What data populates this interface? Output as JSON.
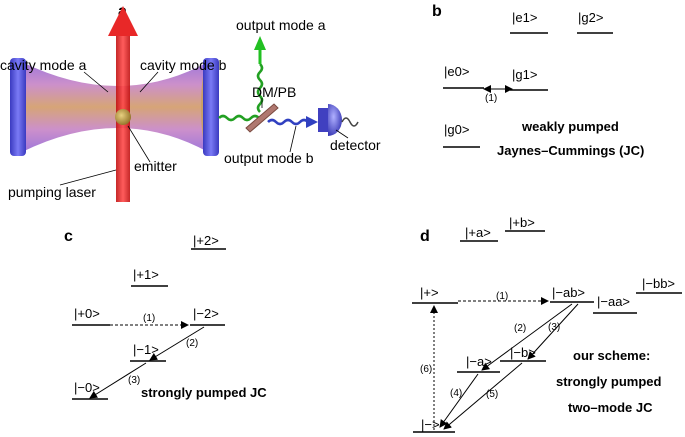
{
  "panels": {
    "a": {
      "letter": "a",
      "labels": {
        "cavity_mode_a": "cavity mode a",
        "cavity_mode_b": "cavity mode b",
        "output_mode_a": "output mode a",
        "output_mode_b": "output mode b",
        "dm_pb": "DM/PB",
        "emitter": "emitter",
        "detector": "detector",
        "pumping_laser": "pumping laser"
      }
    },
    "b": {
      "letter": "b",
      "levels": {
        "e1": "|e1>",
        "g2": "|g2>",
        "e0": "|e0>",
        "g1": "|g1>",
        "g0": "|g0>"
      },
      "transition_1": "(1)",
      "caption_line1": "weakly pumped",
      "caption_line2": "Jaynes–Cummings (JC)"
    },
    "c": {
      "letter": "c",
      "levels": {
        "p2": "|+2>",
        "p1": "|+1>",
        "p0": "|+0>",
        "m2": "|−2>",
        "m1": "|−1>",
        "m0": "|−0>"
      },
      "transitions": {
        "t1": "(1)",
        "t2": "(2)",
        "t3": "(3)"
      },
      "caption": "strongly pumped JC"
    },
    "d": {
      "letter": "d",
      "levels": {
        "pa": "|+a>",
        "pb": "|+b>",
        "plus": "|+>",
        "mab": "|−ab>",
        "maa": "|−aa>",
        "mbb": "|−bb>",
        "ma": "|−a>",
        "mb": "|−b>",
        "minus": "|−>"
      },
      "transitions": {
        "t1": "(1)",
        "t2": "(2)",
        "t3": "(3)",
        "t4": "(4)",
        "t5": "(5)",
        "t6": "(6)"
      },
      "caption_line1": "our scheme:",
      "caption_line2": "strongly pumped",
      "caption_line3": "two–mode JC"
    }
  },
  "colors": {
    "mirror": "#5a5ae6",
    "mode_a": "#b07ad0",
    "mode_b": "#e8a878",
    "laser": "#e02020",
    "green_wave": "#22a022",
    "blue_wave": "#3040c0",
    "plate": "#b07870"
  }
}
